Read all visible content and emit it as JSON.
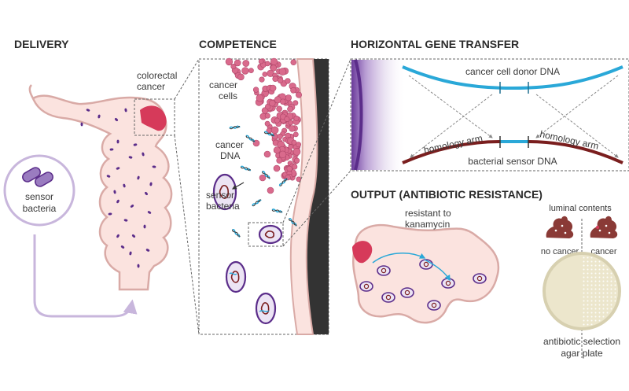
{
  "sections": {
    "delivery": "DELIVERY",
    "competence": "COMPETENCE",
    "hgt": "HORIZONTAL GENE TRANSFER",
    "output": "OUTPUT (ANTIBIOTIC RESISTANCE)"
  },
  "labels": {
    "colorectal": "colorectal",
    "cancer": "cancer",
    "sensor": "sensor",
    "bacteria": "bacteria",
    "cancer_cells_1": "cancer",
    "cancer_cells_2": "cells",
    "cancer_dna_1": "cancer",
    "cancer_dna_2": "DNA",
    "sensor_bacteria_1": "sensor",
    "sensor_bacteria_2": "bacteria",
    "donor_dna": "cancer cell donor DNA",
    "homology_arm_left": "homology arm",
    "homology_arm_right": "homology arm",
    "sensor_dna": "bacterial sensor DNA",
    "resistant_1": "resistant to",
    "resistant_2": "kanamycin",
    "luminal": "luminal contents",
    "no_cancer": "no cancer",
    "cancer_tag": "cancer",
    "plate_1": "antibiotic selection",
    "plate_2": "agar plate"
  },
  "colors": {
    "tissue_fill": "#fbe3df",
    "tissue_stroke": "#d9aaa6",
    "tumor": "#d63a5a",
    "bacteria_purple": "#5b2d8a",
    "bacteria_fill": "#ece4f4",
    "donor_dna": "#2aa8d8",
    "sensor_dna": "#7a1e1e",
    "feces": "#8a3a36",
    "plate_fill": "#ece6cc",
    "plate_stroke": "#d7d0b0",
    "dashed": "#666666",
    "arrow_purple": "#c8b6dc"
  }
}
